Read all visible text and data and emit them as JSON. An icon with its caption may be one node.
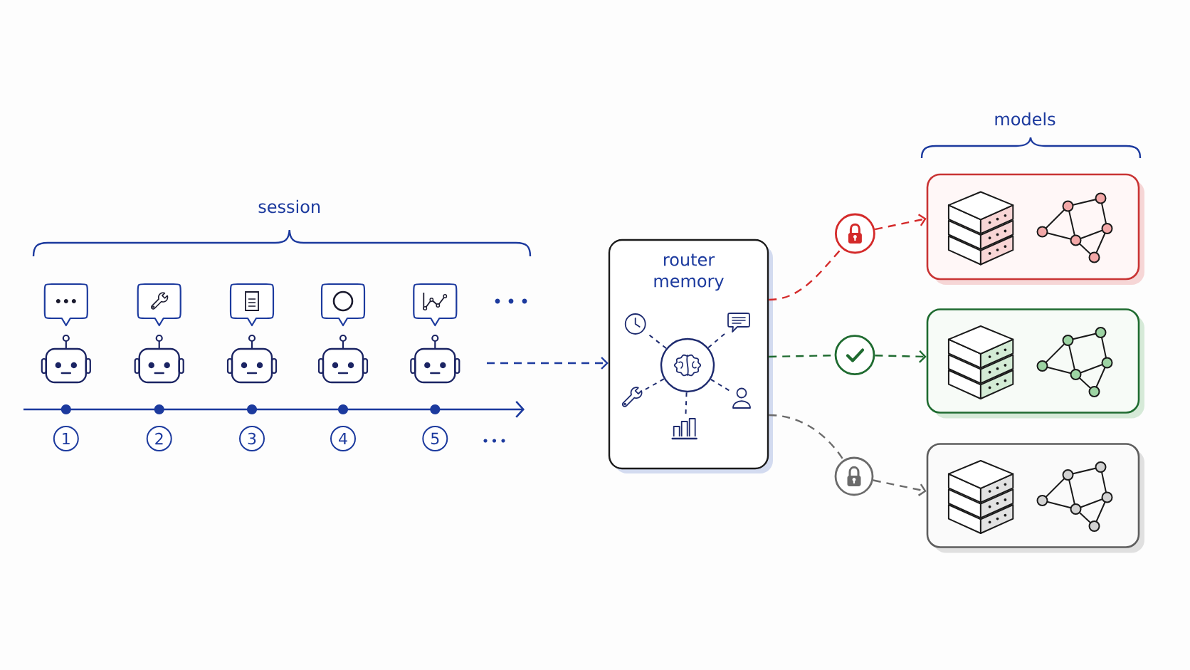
{
  "diagram": {
    "nodes": [
      {
        "text": [
          "1"
        ]
      },
      {
        "text": [
          "2"
        ]
      },
      {
        "text": [
          "3"
        ]
      },
      {
        "text": [
          "4"
        ]
      },
      {
        "text": [
          "5"
        ]
      },
      {
        "text": [
          "router memory"
        ]
      },
      {
        "text": [],
        "shape": "picture",
        "in": 5
      },
      {
        "text": [],
        "shape": "picture",
        "in": 5
      },
      {
        "text": [],
        "shape": "circle",
        "in": 5
      },
      {
        "text": [],
        "shape": "picture",
        "in": 5
      },
      {
        "text": [],
        "shape": "person",
        "in": 5
      },
      {
        "text": [],
        "shape": "picture",
        "in": 5
      },
      {
        "text": [],
        "shape": "circle"
      },
      {
        "text": [],
        "shape": "circle"
      },
      {
        "text": [],
        "shape": "circle"
      },
      {
        "text": [],
        "shape": "box"
      },
      {
        "text": [],
        "shape": "box"
      },
      {
        "text": [],
        "shape": "box"
      }
    ],
    "edges": [
      {
        "from": null,
        "to": 5,
        "arrow": "to",
        "style": "dashed",
        "color": "#1c3a9e"
      },
      {
        "from": 8,
        "to": 6,
        "arrow": "none",
        "style": "dashed"
      },
      {
        "from": 8,
        "to": 7,
        "arrow": "none",
        "style": "dashed"
      },
      {
        "from": 8,
        "to": 9,
        "arrow": "none",
        "style": "dashed"
      },
      {
        "from": 8,
        "to": 10,
        "arrow": "none",
        "style": "dashed"
      },
      {
        "from": 8,
        "to": 11,
        "arrow": "none",
        "style": "dashed"
      },
      {
        "from": 5,
        "to": 12,
        "arrow": "none",
        "style": "dashed",
        "color": "#d42a2a"
      },
      {
        "from": 12,
        "to": 15,
        "arrow": "to",
        "style": "dashed",
        "color": "#d42a2a"
      },
      {
        "from": 5,
        "to": 13,
        "arrow": "none",
        "style": "dashed",
        "color": "#1f6b30"
      },
      {
        "from": 13,
        "to": 16,
        "arrow": "to",
        "style": "dashed",
        "color": "#1f6b30"
      },
      {
        "from": 5,
        "to": 14,
        "arrow": "none",
        "style": "dashed",
        "color": "#6b6b6b"
      },
      {
        "from": 14,
        "to": 17,
        "arrow": "to",
        "style": "dashed",
        "color": "#6b6b6b"
      }
    ],
    "labels": [
      "session",
      "models"
    ]
  }
}
